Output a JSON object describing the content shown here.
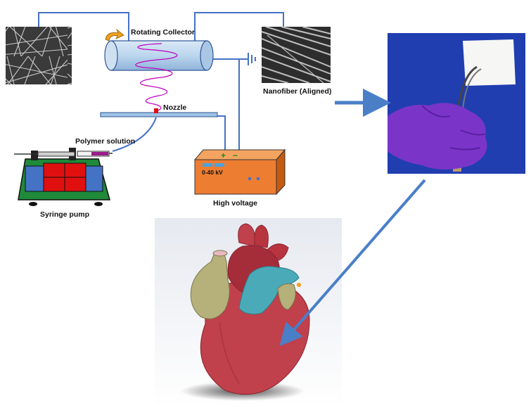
{
  "labels": {
    "rotating_collector": "Rotating Collector",
    "nanofiber": "Nanofiber (Aligned)",
    "nozzle": "Nozzle",
    "polymer_solution": "Polymer solution",
    "syringe_pump": "Syringe pump",
    "high_voltage": "High voltage",
    "voltage_range": "0-40 kV",
    "positive": "+",
    "negative": "−"
  },
  "colors": {
    "wire": "#4472c4",
    "arrow": "#4a7fc8",
    "collector_fill": "#bdd7ee",
    "spiral": "#c000c0",
    "hv_box": "#ed7d31",
    "pump_green": "#1f8a3a",
    "pump_red": "#e01010",
    "pump_blue": "#4472c4",
    "glove": "#7a35c8",
    "photo_bg": "#1d3aa8",
    "heart_red": "#c0404c",
    "heart_olive": "#b6b17a",
    "heart_teal": "#4aaab8"
  },
  "icons": [
    "sem-random-fibers-image",
    "sem-aligned-fibers-image",
    "rotation-arrow-icon",
    "ground-symbol-icon",
    "gloved-hand-photo",
    "heart-3d-model"
  ]
}
